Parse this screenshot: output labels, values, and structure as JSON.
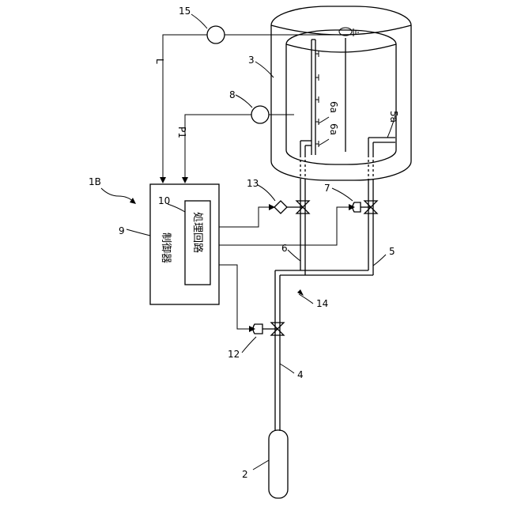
{
  "figure": {
    "figure_label": "1B",
    "labels": {
      "cylinder": "2",
      "tank": "3",
      "pipe_4": "4",
      "pipe_5": "5",
      "pipe_5a": "5a",
      "pipe_6": "6",
      "nozzle_6a_upper": "6a",
      "nozzle_6a_lower": "6a",
      "valve_7": "7",
      "sensor_8": "8",
      "controller": "9",
      "processing_circuit": "10",
      "valve_12": "12",
      "valve_13": "13",
      "piping_14": "14",
      "level_sensor_15": "15",
      "signal_L": "L",
      "signal_P1": "P1"
    },
    "controller_text": "制御器",
    "circuit_text": "処理回路"
  }
}
